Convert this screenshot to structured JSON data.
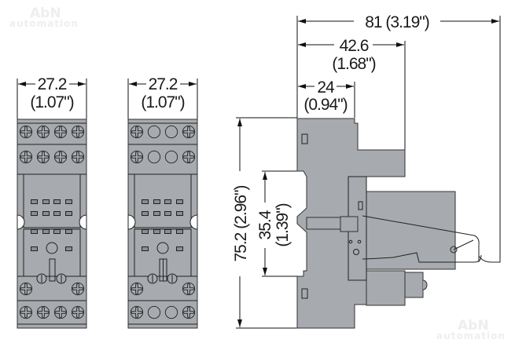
{
  "watermark": {
    "brand": "AbN",
    "sub": "automation"
  },
  "sockets": [
    {
      "name": "screw-socket-full",
      "width_mm": "27.2",
      "width_in": "(1.07\")"
    },
    {
      "name": "screw-socket-reduced",
      "width_mm": "27.2",
      "width_in": "(1.07\")"
    }
  ],
  "side_view": {
    "overall_depth": "81 (3.19\")",
    "depth_mid_mm": "42.6",
    "depth_mid_in": "(1.68\")",
    "depth_base_mm": "24",
    "depth_base_in": "(0.94\")",
    "height_total": "75.2 (2.96\")",
    "rail_height_mm": "35.4",
    "rail_height_in": "(1.39\")"
  },
  "colors": {
    "body": "#a7aaae",
    "line": "#222222"
  }
}
